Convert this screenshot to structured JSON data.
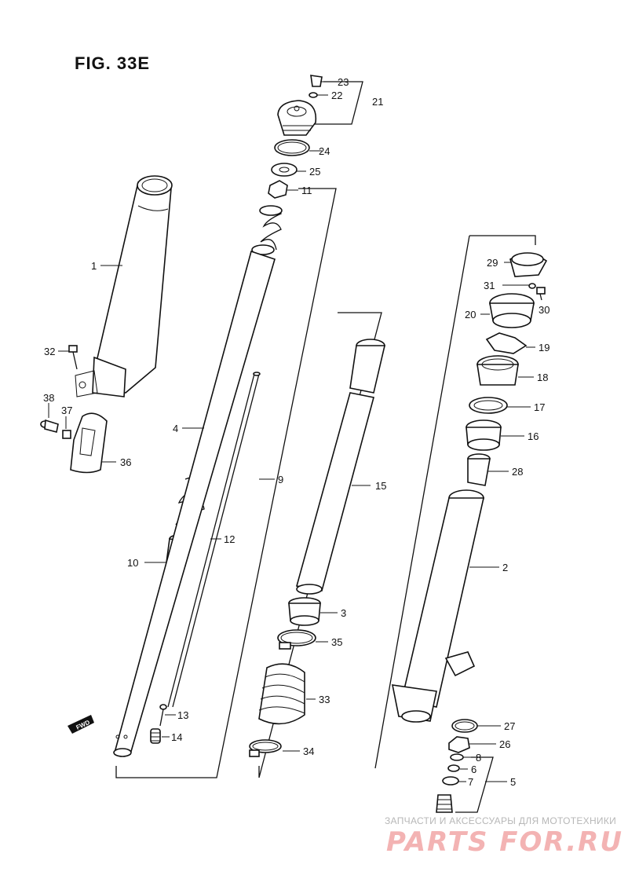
{
  "figure": {
    "title": "FIG. 33E",
    "fwd_badge": "FWD"
  },
  "callouts": [
    {
      "id": "c23",
      "text": "23"
    },
    {
      "id": "c22",
      "text": "22"
    },
    {
      "id": "c21",
      "text": "21"
    },
    {
      "id": "c24",
      "text": "24"
    },
    {
      "id": "c25",
      "text": "25"
    },
    {
      "id": "c11",
      "text": "11"
    },
    {
      "id": "c1",
      "text": "1"
    },
    {
      "id": "c32",
      "text": "32"
    },
    {
      "id": "c38",
      "text": "38"
    },
    {
      "id": "c37",
      "text": "37"
    },
    {
      "id": "c36",
      "text": "36"
    },
    {
      "id": "c4",
      "text": "4"
    },
    {
      "id": "c9",
      "text": "9"
    },
    {
      "id": "c12",
      "text": "12"
    },
    {
      "id": "c10",
      "text": "10"
    },
    {
      "id": "c13",
      "text": "13"
    },
    {
      "id": "c14",
      "text": "14"
    },
    {
      "id": "c15",
      "text": "15"
    },
    {
      "id": "c3",
      "text": "3"
    },
    {
      "id": "c35",
      "text": "35"
    },
    {
      "id": "c33",
      "text": "33"
    },
    {
      "id": "c34",
      "text": "34"
    },
    {
      "id": "c29",
      "text": "29"
    },
    {
      "id": "c31",
      "text": "31"
    },
    {
      "id": "c30",
      "text": "30"
    },
    {
      "id": "c20",
      "text": "20"
    },
    {
      "id": "c19",
      "text": "19"
    },
    {
      "id": "c18",
      "text": "18"
    },
    {
      "id": "c17",
      "text": "17"
    },
    {
      "id": "c16",
      "text": "16"
    },
    {
      "id": "c28",
      "text": "28"
    },
    {
      "id": "c2",
      "text": "2"
    },
    {
      "id": "c27",
      "text": "27"
    },
    {
      "id": "c26",
      "text": "26"
    },
    {
      "id": "c8",
      "text": "8"
    },
    {
      "id": "c6",
      "text": "6"
    },
    {
      "id": "c7",
      "text": "7"
    },
    {
      "id": "c5",
      "text": "5"
    }
  ],
  "watermark": {
    "tagline": "ЗАПЧАСТИ И АКСЕССУАРЫ ДЛЯ МОТОТЕХНИКИ",
    "logo": "PARTS FOR.RU",
    "color": "#f3b3b3"
  }
}
